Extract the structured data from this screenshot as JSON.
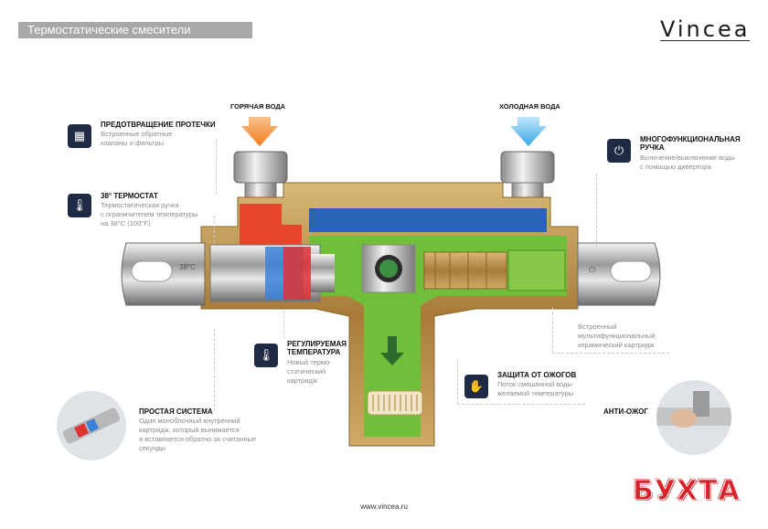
{
  "header": {
    "title": "Термостатические смесители",
    "brand": "Vincea"
  },
  "water": {
    "hot": "ГОРЯЧАЯ ВОДА",
    "cold": "ХОЛОДНАЯ ВОДА"
  },
  "dial_label": "38°C",
  "features": {
    "leak": {
      "title": "ПРЕДОТВРАЩЕНИЕ ПРОТЕЧКИ",
      "desc": [
        "Встроенные обратные",
        "клапаны и фильтры"
      ],
      "icon": "filter-icon"
    },
    "thermostat": {
      "title": "38° ТЕРМОСТАТ",
      "desc": [
        "Термостатическая ручка",
        "с ограничителем температуры",
        "на 38°С (100°F)"
      ],
      "icon": "thermometer-icon"
    },
    "multi": {
      "title": [
        "МНОГОФУНКЦИОНАЛЬНАЯ",
        "РУЧКА"
      ],
      "desc": [
        "Включение/выключение воды",
        "с помощью дивертора"
      ],
      "icon": "power-icon"
    },
    "cartridge": {
      "desc": [
        "Встроенный",
        "мультифункциональный",
        "керамический картридж"
      ]
    },
    "adjust": {
      "title": [
        "РЕГУЛИРУЕМАЯ",
        "ТЕМПЕРАТУРА"
      ],
      "desc": [
        "Новый термо-",
        "статический",
        "картридж"
      ],
      "icon": "thermometer-icon"
    },
    "burn": {
      "title": "ЗАЩИТА ОТ ОЖОГОВ",
      "desc": [
        "Поток смешанной воды",
        "желаемой температуры"
      ],
      "icon": "hand-icon"
    },
    "simple": {
      "title": "ПРОСТАЯ СИСТЕМА",
      "desc": [
        "Один моноблочный внутренний",
        "картридж, который вынимается",
        "и вставляется обратно за считанные",
        "секунды"
      ]
    },
    "antiburn": {
      "title": "АНТИ-ОЖОГ"
    }
  },
  "footer": {
    "url": "www.vincea.ru"
  },
  "watermark": "БУХТА",
  "colors": {
    "hot": "#e8462a",
    "cold": "#2a63b8",
    "mixed": "#6fbf3a",
    "body": "#c99a4a",
    "icon_bg": "#1f2a44"
  }
}
